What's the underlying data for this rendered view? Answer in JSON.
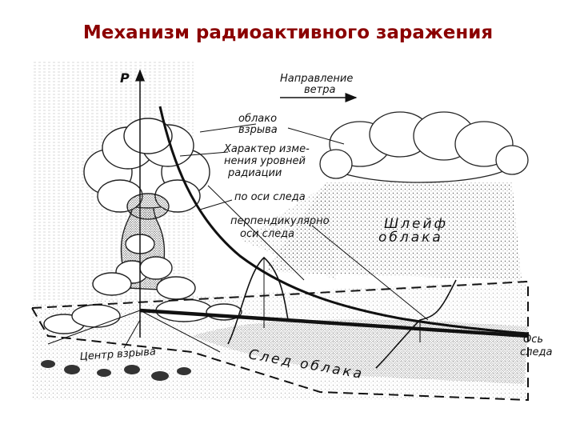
{
  "slide": {
    "title": "Механизм радиоактивного заражения"
  },
  "diagram": {
    "axis_p": "P",
    "wind_line1": "Направление",
    "wind_line2": "ветра",
    "cloud_line1": "облако",
    "cloud_line2": "взрыва",
    "radiation_line1": "Характер изме-",
    "radiation_line2": "нения уровней",
    "radiation_line3": "радиации",
    "along_axis": "по оси следа",
    "perp_line1": "перпендикулярно",
    "perp_line2": "оси следа",
    "plume_line1": "Шлейф",
    "plume_line2": "облака",
    "trace_axis_line1": "Ось",
    "trace_axis_line2": "следа",
    "center": "Центр взрыва",
    "trace_cloud": "След облака"
  },
  "colors": {
    "title": "#8b0000",
    "ink": "#111111"
  }
}
